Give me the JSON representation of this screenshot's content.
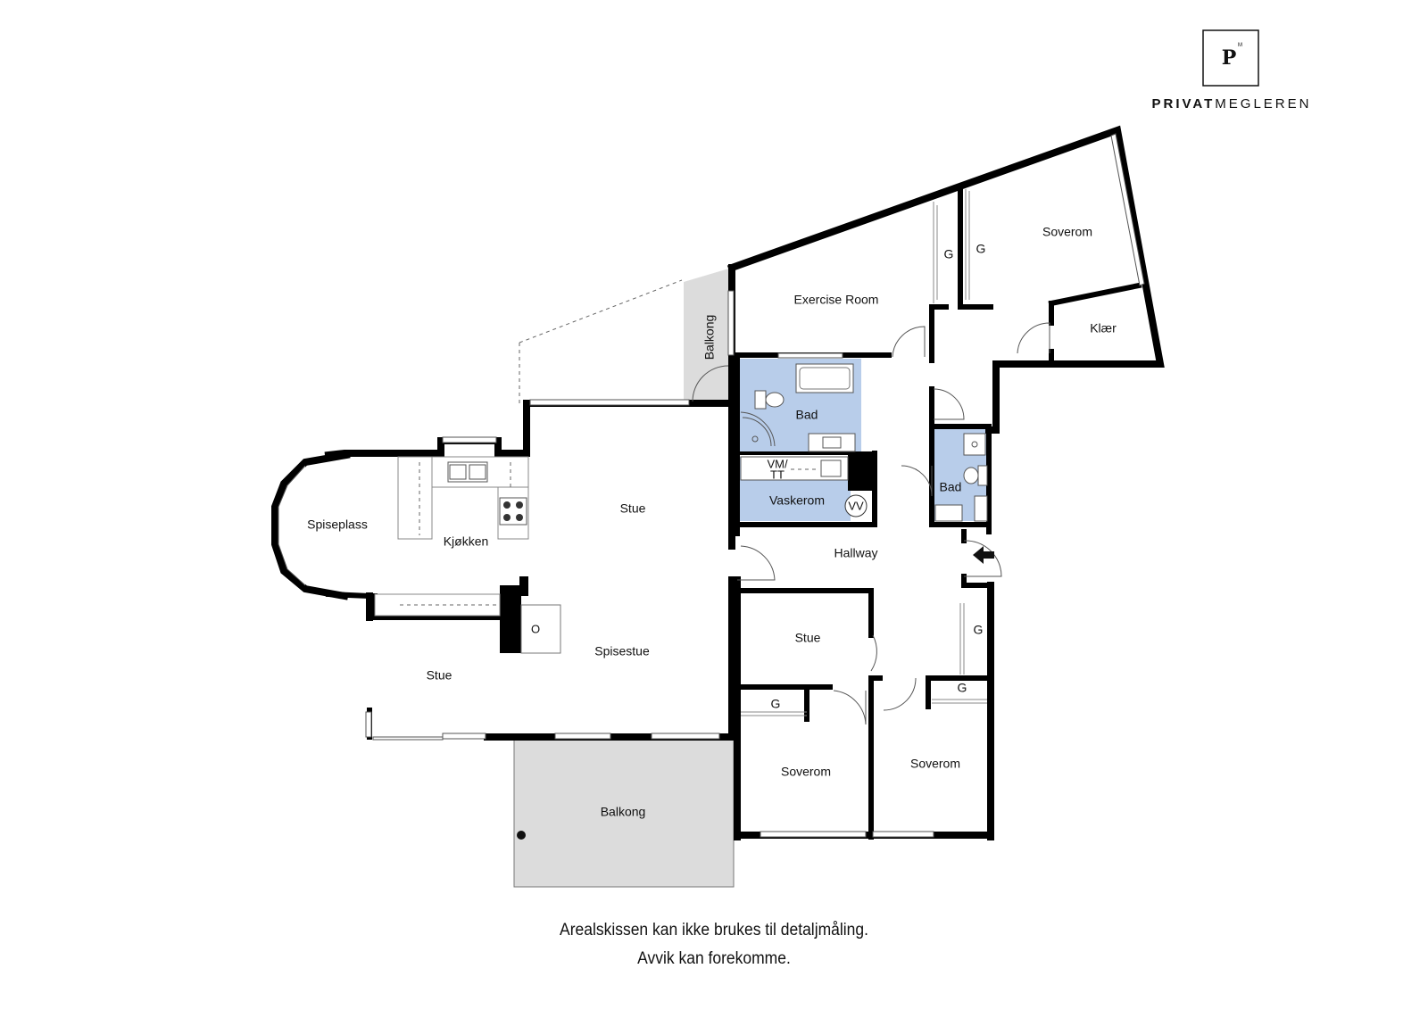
{
  "brand": {
    "logo_letter": "P",
    "logo_superscript": "M",
    "name_bold": "PRIVAT",
    "name_regular": "MEGLEREN"
  },
  "rooms": {
    "soverom_top": "Soverom",
    "klaer": "Klær",
    "exercise_room": "Exercise Room",
    "g_exercise": "G",
    "g_soverom_top": "G",
    "balkong_side": "Balkong",
    "bad_main": "Bad",
    "bad_small": "Bad",
    "vm_tt": "VM/\nTT",
    "vm": "VM/",
    "tt": "TT",
    "vaskerom": "Vaskerom",
    "vv": "VV",
    "stue_main": "Stue",
    "spiseplass": "Spiseplass",
    "kjokken": "Kjøkken",
    "hallway": "Hallway",
    "stue_small": "Stue",
    "g_hall": "G",
    "spisestue": "Spisestue",
    "stue_left": "Stue",
    "g_soverom_left": "G",
    "g_soverom_right": "G",
    "soverom_left": "Soverom",
    "soverom_right": "Soverom",
    "balkong_bottom": "Balkong",
    "fireplace_mark": "O"
  },
  "colors": {
    "wet_room": "#b8cdea",
    "balcony": "#dcdcdc",
    "wall": "#000000"
  },
  "disclaimer": {
    "line1": "Arealskissen kan ikke brukes til detaljmåling.",
    "line2": "Avvik kan forekomme."
  }
}
